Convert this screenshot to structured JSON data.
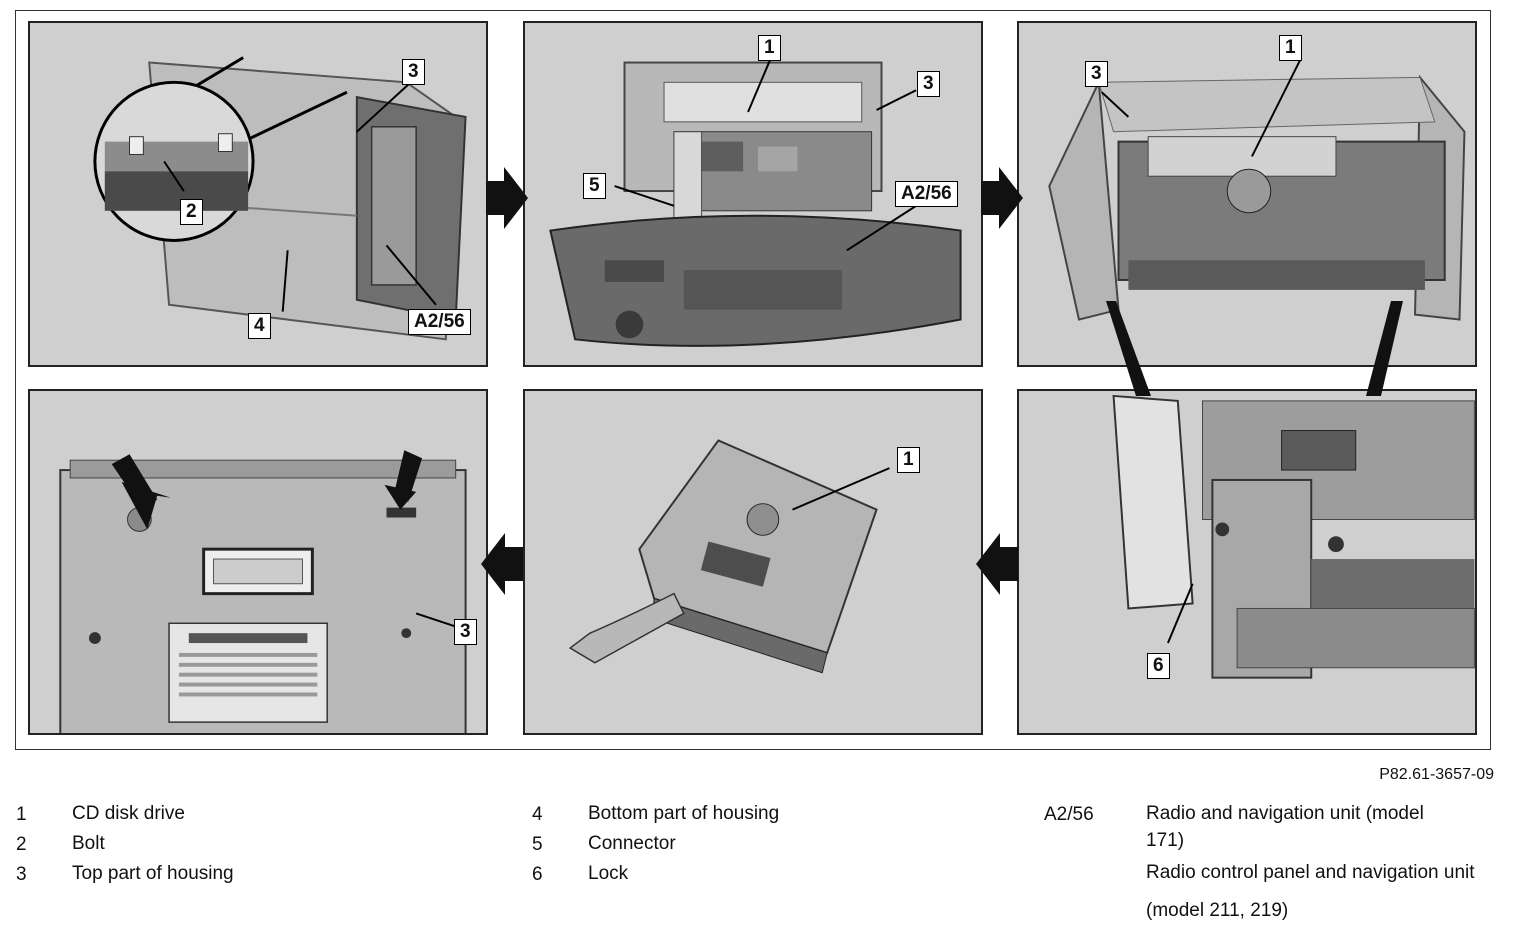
{
  "callouts": {
    "p1": [
      "3",
      "2",
      "4",
      "A2/56"
    ],
    "p2": [
      "1",
      "3",
      "5",
      "A2/56"
    ],
    "p3": [
      "3",
      "1"
    ],
    "p4": [
      "6"
    ],
    "p5": [
      "1"
    ],
    "p6": [
      "3"
    ]
  },
  "figure_code": "P82.61-3657-09",
  "legend": [
    {
      "key": "1",
      "text": "CD disk drive"
    },
    {
      "key": "2",
      "text": "Bolt"
    },
    {
      "key": "3",
      "text": "Top part of housing"
    },
    {
      "key": "4",
      "text": "Bottom part of housing"
    },
    {
      "key": "5",
      "text": "Connector"
    },
    {
      "key": "6",
      "text": "Lock"
    },
    {
      "key": "A2/56",
      "text": "Radio and navigation unit (model 171)",
      "text2": "Radio control panel and navigation unit (model 211, 219)"
    }
  ],
  "colors": {
    "panel_bg": "#cfcfcf",
    "arrow": "#111111"
  }
}
